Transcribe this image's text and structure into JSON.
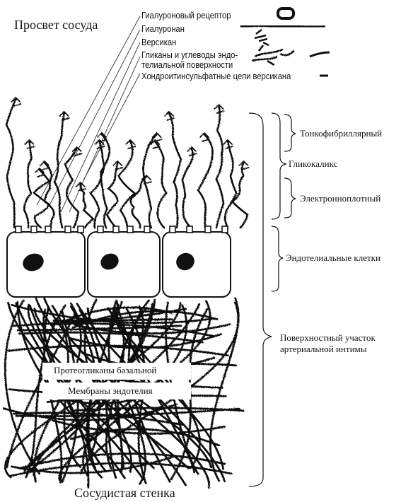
{
  "top": {
    "lumen": "Просвет сосуда",
    "legend": {
      "hyaluronic_receptor": "Гиалуроновый рецептор",
      "hyaluronan": "Гиалуронан",
      "versican": "Версикан",
      "glycans_line1": "Гликаны и углеводы эндо-",
      "glycans_line2": "телиальной поверхности",
      "chondroitin": "Хондроитинсульфатные цепи версикана"
    }
  },
  "right": {
    "thin_fibrillar": "Тонкофибриллярный",
    "glycocalyx": "Гликокаликс",
    "electron_dense": "Электронноплотный",
    "endothelial_cells": "Эндотелиальные клетки",
    "surface_line1": "Поверхностный участок",
    "surface_line2": "артериальной интимы"
  },
  "bottom": {
    "proteoglycans_line1": "Протеогликаны базальной",
    "proteoglycans_line2": "Мембраны эндотелия",
    "vessel_wall": "Сосудистая стенка"
  },
  "colors": {
    "ink": "#111111",
    "background": "#ffffff"
  }
}
